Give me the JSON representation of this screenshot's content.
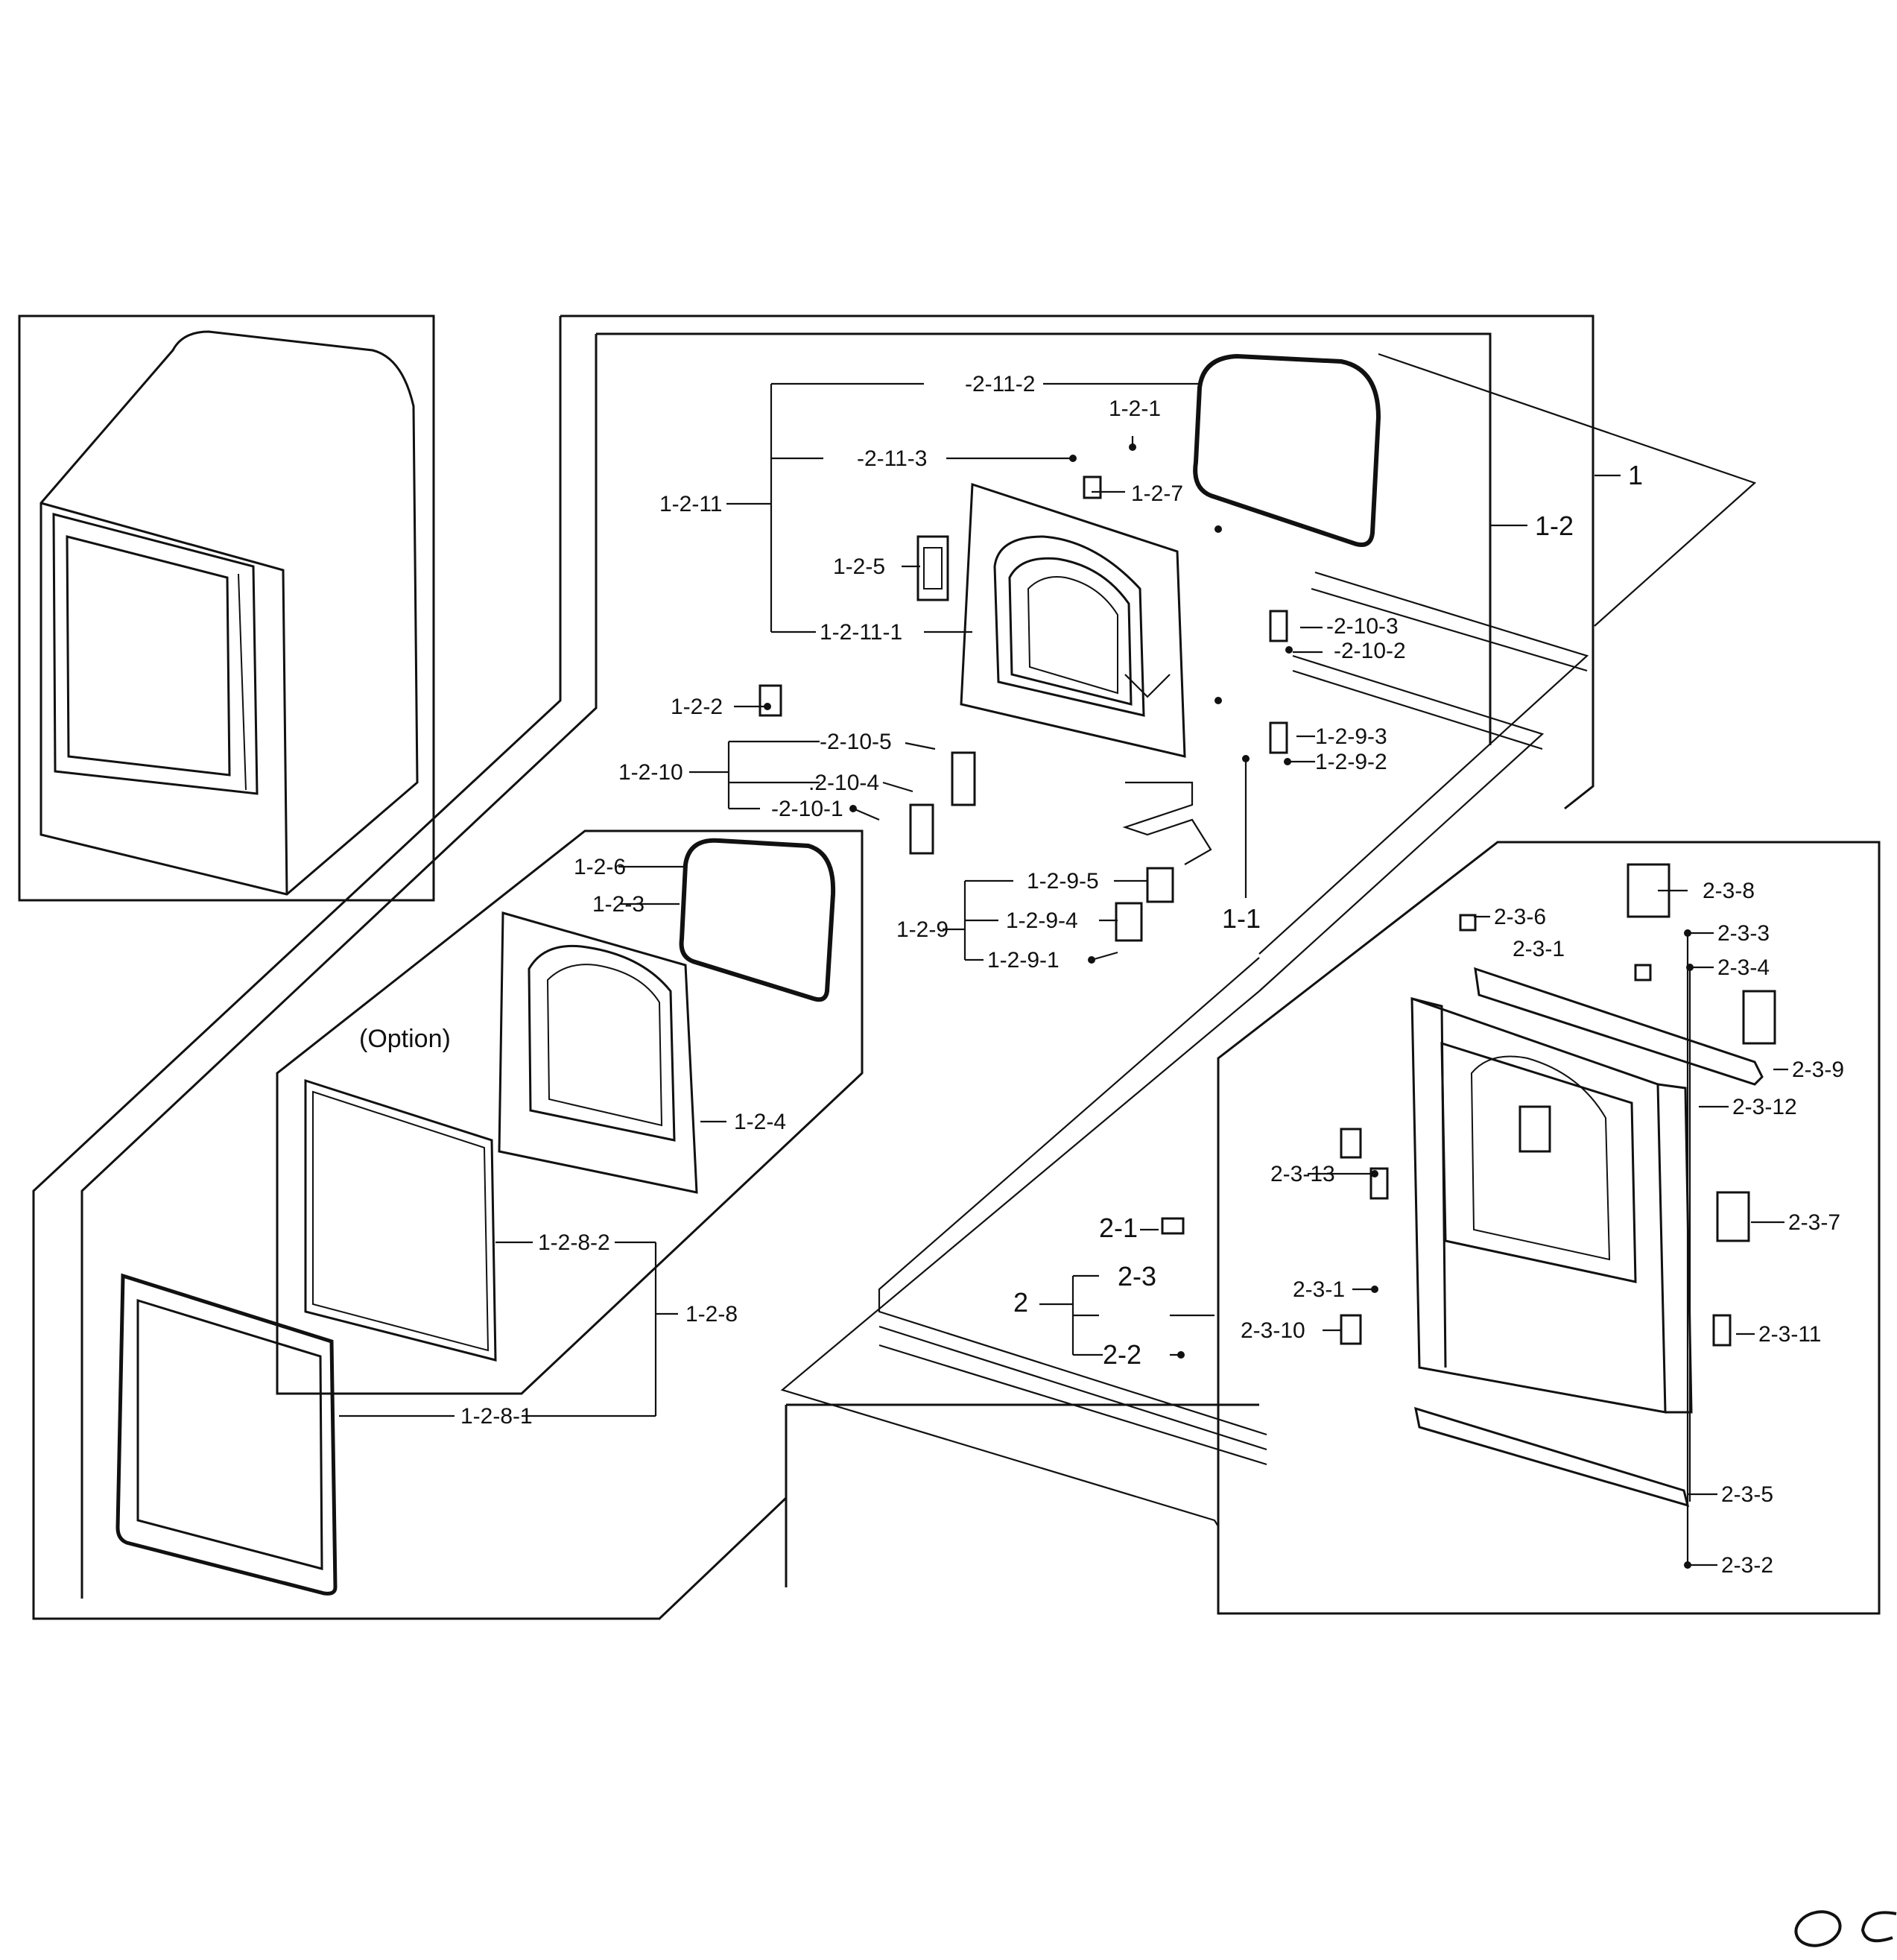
{
  "diagram": {
    "option_label": "(Option)",
    "labels": {
      "p1": "1",
      "p1_1": "1-1",
      "p1_2": "1-2",
      "p1_2_1": "1-2-1",
      "p1_2_2": "1-2-2",
      "p1_2_3": "1-2-3",
      "p1_2_4": "1-2-4",
      "p1_2_5": "1-2-5",
      "p1_2_6": "1-2-6",
      "p1_2_7": "1-2-7",
      "p1_2_8": "1-2-8",
      "p1_2_8_1": "1-2-8-1",
      "p1_2_8_2": "1-2-8-2",
      "p1_2_9": "1-2-9",
      "p1_2_9_1": "1-2-9-1",
      "p1_2_9_2": "1-2-9-2",
      "p1_2_9_3": "1-2-9-3",
      "p1_2_9_4": "1-2-9-4",
      "p1_2_9_5": "1-2-9-5",
      "p1_2_10": "1-2-10",
      "p2_10_1": "-2-10-1",
      "p2_10_2": "-2-10-2",
      "p2_10_3": "-2-10-3",
      "p2_10_4": ".2-10-4",
      "p2_10_5": "-2-10-5",
      "p1_2_11": "1-2-11",
      "p1_2_11_1": "1-2-11-1",
      "p2_11_2": "-2-11-2",
      "p2_11_3": "-2-11-3",
      "p2": "2",
      "p2_1": "2-1",
      "p2_2": "2-2",
      "p2_3": "2-3",
      "p2_3_1a": "2-3-1",
      "p2_3_1b": "2-3-1",
      "p2_3_2": "2-3-2",
      "p2_3_3": "2-3-3",
      "p2_3_4": "2-3-4",
      "p2_3_5": "2-3-5",
      "p2_3_6": "2-3-6",
      "p2_3_7": "2-3-7",
      "p2_3_8": "2-3-8",
      "p2_3_9": "2-3-9",
      "p2_3_10": "2-3-10",
      "p2_3_11": "2-3-11",
      "p2_3_12": "2-3-12",
      "p2_3_13": "2-3-13"
    },
    "handwritten_mark": "OC"
  }
}
